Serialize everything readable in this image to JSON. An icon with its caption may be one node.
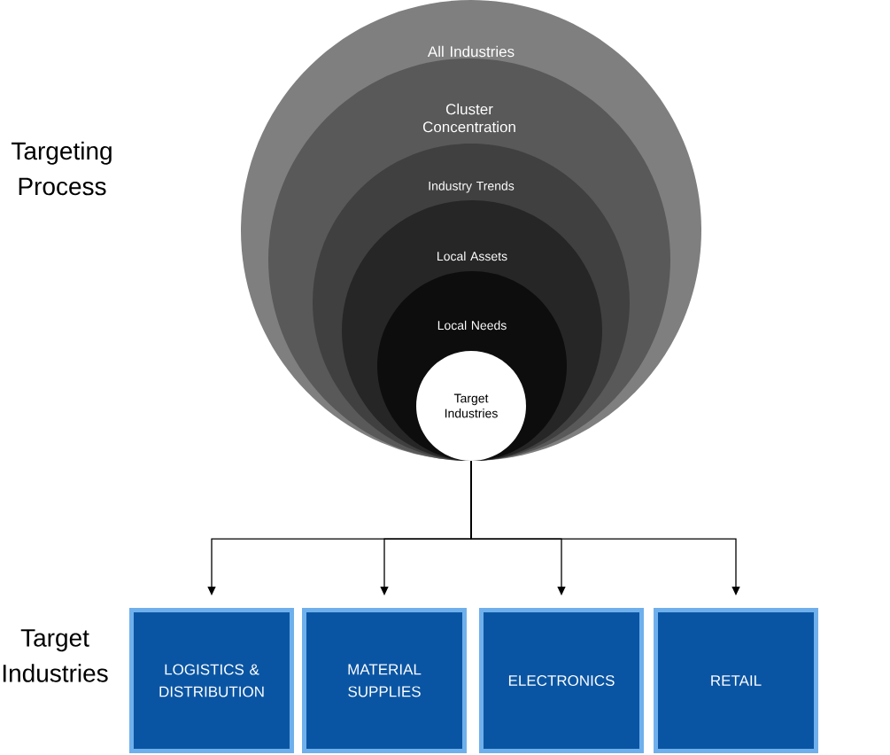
{
  "diagram": {
    "nodes": [
      {
        "text": [
          "All Industries"
        ]
      },
      {
        "text": [
          "Cluster Concentration"
        ],
        "in": 0
      },
      {
        "text": [
          "Industry Trends"
        ],
        "in": 1
      },
      {
        "text": [
          "Local Assets"
        ],
        "in": 2
      },
      {
        "text": [
          "Local Needs"
        ],
        "in": 3
      },
      {
        "text": [
          "Target Industries"
        ],
        "in": 4
      },
      {
        "text": [
          "LOGISTICS & DISTRIBUTION"
        ]
      },
      {
        "text": [
          "MATERIAL SUPPLIES"
        ]
      },
      {
        "text": [
          "ELECTRONICS"
        ]
      },
      {
        "text": [
          "RETAIL"
        ]
      }
    ],
    "edges": [
      {
        "from": 5,
        "to": 6,
        "arrow": "to"
      },
      {
        "from": 5,
        "to": 7,
        "arrow": "to"
      },
      {
        "from": 5,
        "to": 8,
        "arrow": "to"
      },
      {
        "from": 5,
        "to": 9,
        "arrow": "to"
      }
    ],
    "labels": [
      "Targeting Process",
      "Target Industries"
    ]
  }
}
